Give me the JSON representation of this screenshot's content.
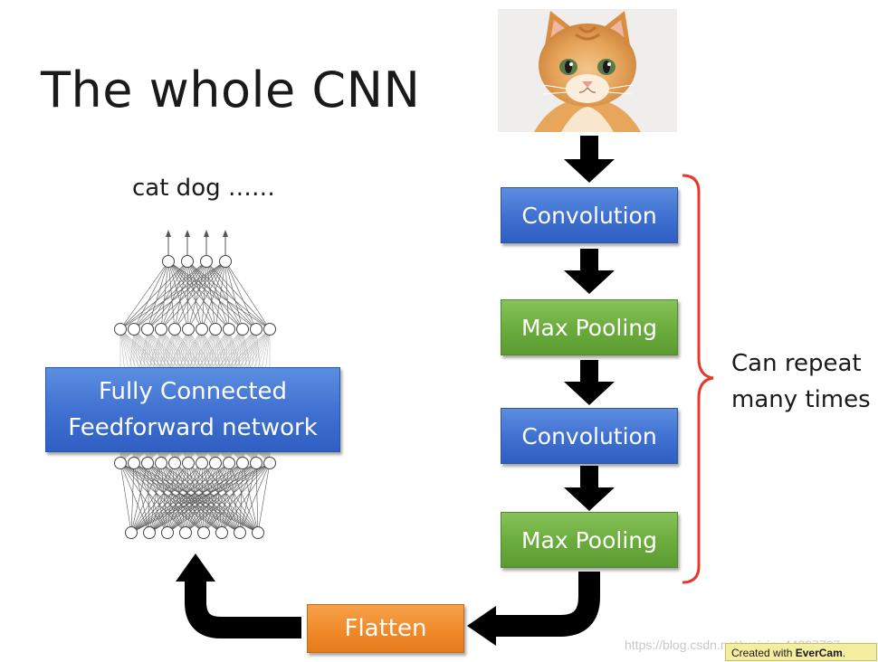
{
  "title": "The whole CNN",
  "output_labels": "cat dog ……",
  "pipeline": {
    "stages": [
      {
        "label": "Convolution",
        "kind": "convolution"
      },
      {
        "label": "Max Pooling",
        "kind": "pooling"
      },
      {
        "label": "Convolution",
        "kind": "convolution"
      },
      {
        "label": "Max Pooling",
        "kind": "pooling"
      }
    ],
    "flatten_label": "Flatten",
    "repeat_label_line1": "Can repeat",
    "repeat_label_line2": "many times"
  },
  "fully_connected": {
    "line1": "Fully Connected",
    "line2": "Feedforward network"
  },
  "colors": {
    "convolution": "#3f6fd0",
    "pooling": "#6aab3c",
    "flatten": "#f08a2a",
    "bracket": "#e53a2a",
    "arrow": "#000000"
  },
  "watermark": "https://blog.csdn.net/weixin_44307707",
  "evercam_prefix": "Created with",
  "evercam_brand": "EverCam"
}
